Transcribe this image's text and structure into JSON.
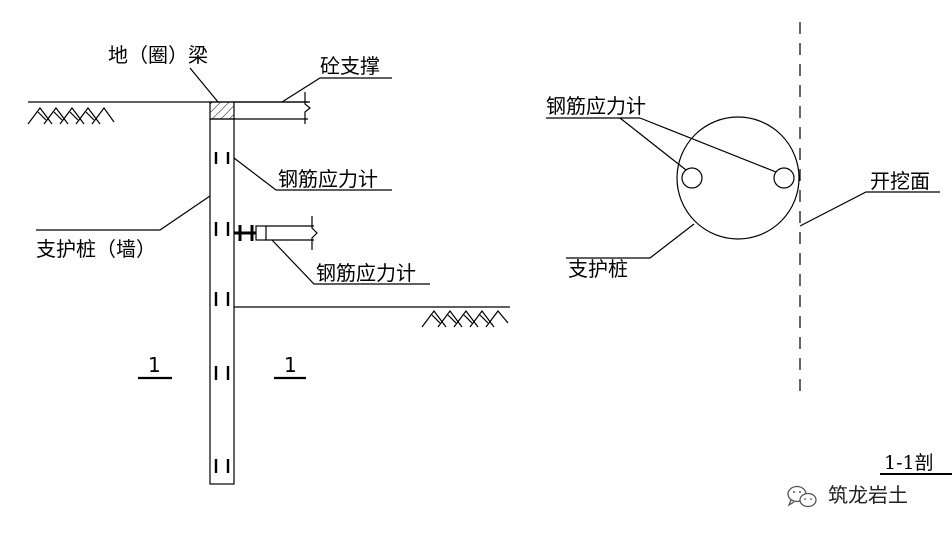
{
  "labels": {
    "ring_beam": "地（圈）梁",
    "concrete_strut": "砼支撑",
    "rebar_gauge_1": "钢筋应力计",
    "rebar_gauge_2": "钢筋应力计",
    "retaining_pile": "支护桩（墙）",
    "section_mark_left": "1",
    "section_mark_right": "1",
    "plan_rebar_gauge": "钢筋应力计",
    "plan_pile": "支护桩",
    "excavation_face": "开挖面",
    "section_title": "1-1剖"
  },
  "watermark": {
    "text": "筑龙岩土",
    "icon": "wechat-icon"
  },
  "colors": {
    "line": "#000000",
    "background": "#ffffff"
  }
}
